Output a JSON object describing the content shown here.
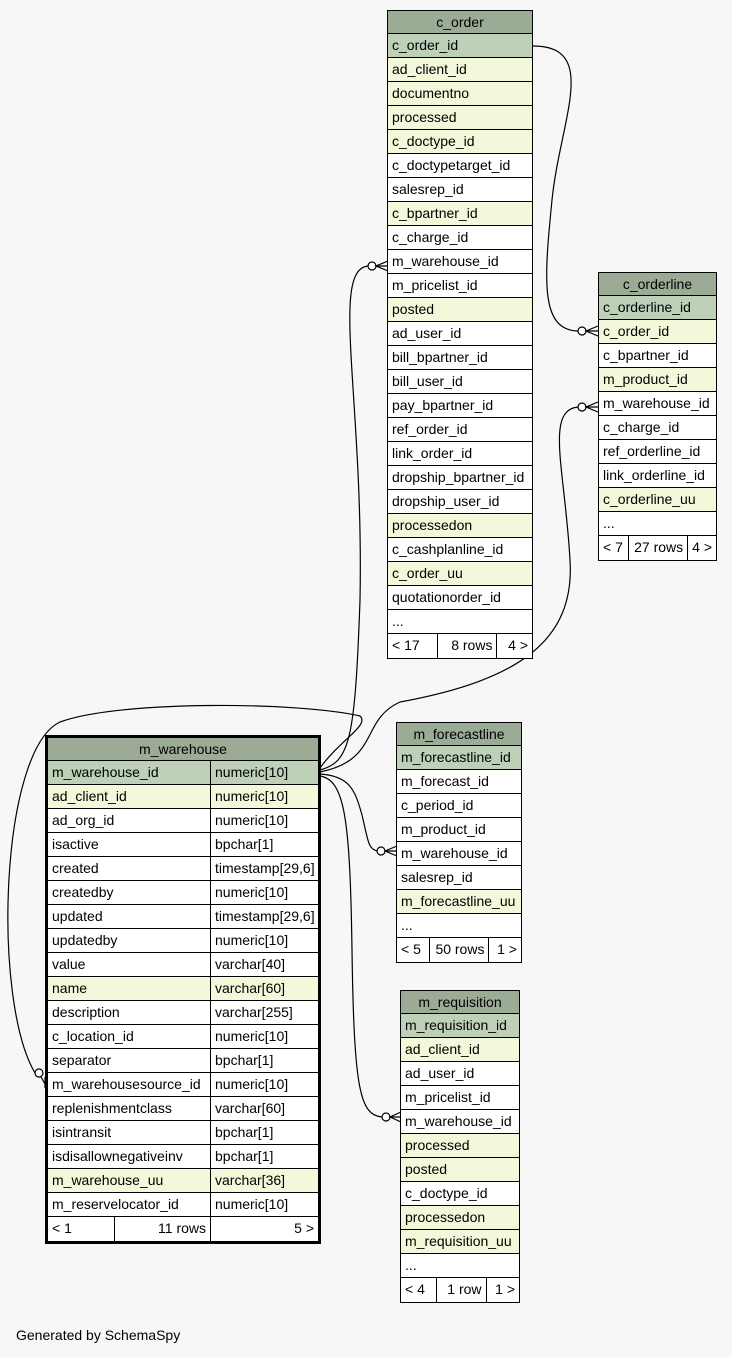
{
  "footer_text": "Generated by SchemaSpy",
  "tables": {
    "c_order": {
      "name": "c_order",
      "columns": [
        {
          "name": "c_order_id",
          "kind": "pk"
        },
        {
          "name": "ad_client_id",
          "kind": "idx"
        },
        {
          "name": "documentno",
          "kind": "idx"
        },
        {
          "name": "processed",
          "kind": "idx"
        },
        {
          "name": "c_doctype_id",
          "kind": "idx"
        },
        {
          "name": "c_doctypetarget_id",
          "kind": "plain"
        },
        {
          "name": "salesrep_id",
          "kind": "plain"
        },
        {
          "name": "c_bpartner_id",
          "kind": "idx"
        },
        {
          "name": "c_charge_id",
          "kind": "plain"
        },
        {
          "name": "m_warehouse_id",
          "kind": "plain"
        },
        {
          "name": "m_pricelist_id",
          "kind": "plain"
        },
        {
          "name": "posted",
          "kind": "idx"
        },
        {
          "name": "ad_user_id",
          "kind": "plain"
        },
        {
          "name": "bill_bpartner_id",
          "kind": "plain"
        },
        {
          "name": "bill_user_id",
          "kind": "plain"
        },
        {
          "name": "pay_bpartner_id",
          "kind": "plain"
        },
        {
          "name": "ref_order_id",
          "kind": "plain"
        },
        {
          "name": "link_order_id",
          "kind": "plain"
        },
        {
          "name": "dropship_bpartner_id",
          "kind": "plain"
        },
        {
          "name": "dropship_user_id",
          "kind": "plain"
        },
        {
          "name": "processedon",
          "kind": "idx"
        },
        {
          "name": "c_cashplanline_id",
          "kind": "plain"
        },
        {
          "name": "c_order_uu",
          "kind": "idx"
        },
        {
          "name": "quotationorder_id",
          "kind": "plain"
        },
        {
          "name": "...",
          "kind": "plain"
        }
      ],
      "footer": {
        "left": "< 17",
        "middle": "8 rows",
        "right": "4 >"
      }
    },
    "c_orderline": {
      "name": "c_orderline",
      "columns": [
        {
          "name": "c_orderline_id",
          "kind": "pk"
        },
        {
          "name": "c_order_id",
          "kind": "idx"
        },
        {
          "name": "c_bpartner_id",
          "kind": "plain"
        },
        {
          "name": "m_product_id",
          "kind": "idx"
        },
        {
          "name": "m_warehouse_id",
          "kind": "plain"
        },
        {
          "name": "c_charge_id",
          "kind": "plain"
        },
        {
          "name": "ref_orderline_id",
          "kind": "plain"
        },
        {
          "name": "link_orderline_id",
          "kind": "plain"
        },
        {
          "name": "c_orderline_uu",
          "kind": "idx"
        },
        {
          "name": "...",
          "kind": "plain"
        }
      ],
      "footer": {
        "left": "< 7",
        "middle": "27 rows",
        "right": "4 >"
      }
    },
    "m_warehouse": {
      "name": "m_warehouse",
      "columns": [
        {
          "name": "m_warehouse_id",
          "type": "numeric[10]",
          "kind": "pk"
        },
        {
          "name": "ad_client_id",
          "type": "numeric[10]",
          "kind": "idx"
        },
        {
          "name": "ad_org_id",
          "type": "numeric[10]",
          "kind": "plain"
        },
        {
          "name": "isactive",
          "type": "bpchar[1]",
          "kind": "plain"
        },
        {
          "name": "created",
          "type": "timestamp[29,6]",
          "kind": "plain"
        },
        {
          "name": "createdby",
          "type": "numeric[10]",
          "kind": "plain"
        },
        {
          "name": "updated",
          "type": "timestamp[29,6]",
          "kind": "plain"
        },
        {
          "name": "updatedby",
          "type": "numeric[10]",
          "kind": "plain"
        },
        {
          "name": "value",
          "type": "varchar[40]",
          "kind": "plain"
        },
        {
          "name": "name",
          "type": "varchar[60]",
          "kind": "idx"
        },
        {
          "name": "description",
          "type": "varchar[255]",
          "kind": "plain"
        },
        {
          "name": "c_location_id",
          "type": "numeric[10]",
          "kind": "plain"
        },
        {
          "name": "separator",
          "type": "bpchar[1]",
          "kind": "plain"
        },
        {
          "name": "m_warehousesource_id",
          "type": "numeric[10]",
          "kind": "plain"
        },
        {
          "name": "replenishmentclass",
          "type": "varchar[60]",
          "kind": "plain"
        },
        {
          "name": "isintransit",
          "type": "bpchar[1]",
          "kind": "plain"
        },
        {
          "name": "isdisallownegativeinv",
          "type": "bpchar[1]",
          "kind": "plain"
        },
        {
          "name": "m_warehouse_uu",
          "type": "varchar[36]",
          "kind": "idx"
        },
        {
          "name": "m_reservelocator_id",
          "type": "numeric[10]",
          "kind": "plain"
        }
      ],
      "footer": {
        "left": "< 1",
        "middle": "11 rows",
        "right": "5 >"
      }
    },
    "m_forecastline": {
      "name": "m_forecastline",
      "columns": [
        {
          "name": "m_forecastline_id",
          "kind": "pk"
        },
        {
          "name": "m_forecast_id",
          "kind": "plain"
        },
        {
          "name": "c_period_id",
          "kind": "plain"
        },
        {
          "name": "m_product_id",
          "kind": "plain"
        },
        {
          "name": "m_warehouse_id",
          "kind": "plain"
        },
        {
          "name": "salesrep_id",
          "kind": "plain"
        },
        {
          "name": "m_forecastline_uu",
          "kind": "idx"
        },
        {
          "name": "...",
          "kind": "plain"
        }
      ],
      "footer": {
        "left": "< 5",
        "middle": "50 rows",
        "right": "1 >"
      }
    },
    "m_requisition": {
      "name": "m_requisition",
      "columns": [
        {
          "name": "m_requisition_id",
          "kind": "pk"
        },
        {
          "name": "ad_client_id",
          "kind": "idx"
        },
        {
          "name": "ad_user_id",
          "kind": "plain"
        },
        {
          "name": "m_pricelist_id",
          "kind": "plain"
        },
        {
          "name": "m_warehouse_id",
          "kind": "plain"
        },
        {
          "name": "processed",
          "kind": "idx"
        },
        {
          "name": "posted",
          "kind": "idx"
        },
        {
          "name": "c_doctype_id",
          "kind": "plain"
        },
        {
          "name": "processedon",
          "kind": "idx"
        },
        {
          "name": "m_requisition_uu",
          "kind": "idx"
        },
        {
          "name": "...",
          "kind": "plain"
        }
      ],
      "footer": {
        "left": "< 4",
        "middle": "1 row",
        "right": "1 >"
      }
    }
  }
}
